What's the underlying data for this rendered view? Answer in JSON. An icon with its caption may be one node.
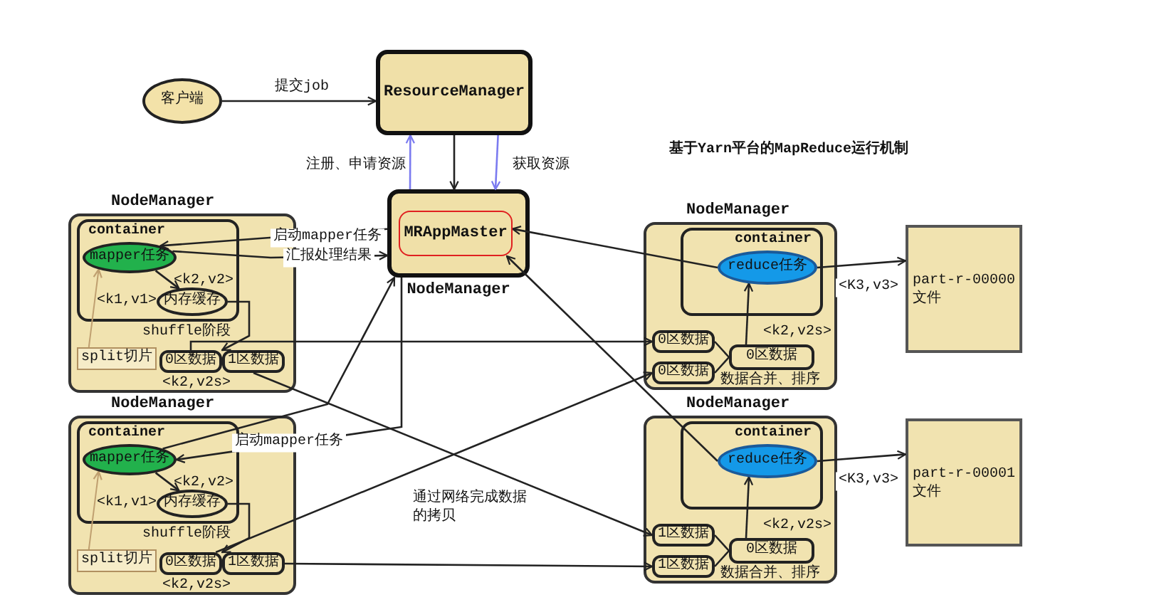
{
  "diagram": {
    "title": "基于Yarn平台的MapReduce运行机制",
    "nodes": [
      {
        "text": [
          "客户端"
        ]
      },
      {
        "text": [
          "ResourceManager"
        ]
      },
      {
        "text": [
          "NodeManager"
        ]
      },
      {
        "text": [
          "MRAppMaster"
        ],
        "in": 2
      },
      {
        "text": [
          "NodeManager"
        ]
      },
      {
        "text": [
          "container"
        ],
        "in": 4
      },
      {
        "text": [
          "mapper任务"
        ],
        "in": 5
      },
      {
        "text": [
          "内存缓存"
        ],
        "in": 5
      },
      {
        "text": [
          "split切片"
        ],
        "in": 4
      },
      {
        "text": [
          "0区数据"
        ],
        "in": 4
      },
      {
        "text": [
          "1区数据"
        ],
        "in": 4
      },
      {
        "text": [
          "NodeManager"
        ]
      },
      {
        "text": [
          "container"
        ],
        "in": 11
      },
      {
        "text": [
          "mapper任务"
        ],
        "in": 12
      },
      {
        "text": [
          "内存缓存"
        ],
        "in": 12
      },
      {
        "text": [
          "split切片"
        ],
        "in": 11
      },
      {
        "text": [
          "0区数据"
        ],
        "in": 11
      },
      {
        "text": [
          "1区数据"
        ],
        "in": 11
      },
      {
        "text": [
          "NodeManager"
        ]
      },
      {
        "text": [
          "container"
        ],
        "in": 18
      },
      {
        "text": [
          "reduce任务"
        ],
        "in": 19
      },
      {
        "text": [
          "0区数据"
        ],
        "in": 18
      },
      {
        "text": [
          "0区数据"
        ],
        "in": 18
      },
      {
        "text": [
          "0区数据"
        ],
        "in": 18
      },
      {
        "text": [
          "NodeManager"
        ]
      },
      {
        "text": [
          "container"
        ],
        "in": 24
      },
      {
        "text": [
          "reduce任务"
        ],
        "in": 25
      },
      {
        "text": [
          "1区数据"
        ],
        "in": 24
      },
      {
        "text": [
          "1区数据"
        ],
        "in": 24
      },
      {
        "text": [
          "0区数据"
        ],
        "in": 24
      },
      {
        "text": [
          "part-r-00000",
          "文件"
        ]
      },
      {
        "text": [
          "part-r-00001",
          "文件"
        ]
      }
    ],
    "edges": [
      {
        "from": 0,
        "to": 1,
        "arrow": "to",
        "label": "提交job"
      },
      {
        "from": 2,
        "to": 1,
        "arrow": "to",
        "label": "注册、申请资源",
        "color": "#7b7bf0"
      },
      {
        "from": 1,
        "to": 2,
        "arrow": "to"
      },
      {
        "from": 1,
        "to": 2,
        "arrow": "to",
        "label": "获取资源",
        "color": "#7b7bf0"
      },
      {
        "from": 2,
        "to": 6,
        "arrow": "to",
        "label": "启动mapper任务"
      },
      {
        "from": 6,
        "to": 2,
        "arrow": "to",
        "label": "汇报处理结果"
      },
      {
        "from": 2,
        "to": 13,
        "arrow": "to",
        "label": "启动mapper任务"
      },
      {
        "from": 13,
        "to": 2,
        "arrow": "to"
      },
      {
        "from": 20,
        "to": 3,
        "arrow": "to"
      },
      {
        "from": 26,
        "to": 3,
        "arrow": "to"
      },
      {
        "from": 8,
        "to": 6,
        "arrow": "to",
        "color": "#c0a070"
      },
      {
        "from": 6,
        "to": 7,
        "arrow": "to"
      },
      {
        "from": 7,
        "to": 9,
        "arrow": "to"
      },
      {
        "from": 15,
        "to": 13,
        "arrow": "to",
        "color": "#c0a070"
      },
      {
        "from": 13,
        "to": 14,
        "arrow": "to"
      },
      {
        "from": 14,
        "to": 16,
        "arrow": "to"
      },
      {
        "from": 9,
        "to": 21,
        "arrow": "to"
      },
      {
        "from": 10,
        "to": 27,
        "arrow": "to"
      },
      {
        "from": 16,
        "to": 22,
        "arrow": "to"
      },
      {
        "from": 17,
        "to": 28,
        "arrow": "to"
      },
      {
        "from": 21,
        "to": 23,
        "arrow": "none"
      },
      {
        "from": 22,
        "to": 23,
        "arrow": "none"
      },
      {
        "from": 23,
        "to": 20,
        "arrow": "to"
      },
      {
        "from": 27,
        "to": 29,
        "arrow": "none"
      },
      {
        "from": 28,
        "to": 29,
        "arrow": "none"
      },
      {
        "from": 29,
        "to": 26,
        "arrow": "to"
      },
      {
        "from": 20,
        "to": 30,
        "arrow": "to",
        "label": "<K3,v3>"
      },
      {
        "from": 26,
        "to": 31,
        "arrow": "to",
        "label": "<K3,v3>"
      }
    ],
    "labels": [
      "<k2,v2>",
      "<k1,v1>",
      "shuffle阶段",
      "<k2,v2s>",
      "<k2,v2s>",
      "数据合并、排序",
      "<k2,v2>",
      "<k1,v1>",
      "通过网络完成数据的拷贝",
      "shuffle阶段",
      "<k2,v2s>",
      "数据合并、排序",
      "<k2,v2s>"
    ]
  }
}
